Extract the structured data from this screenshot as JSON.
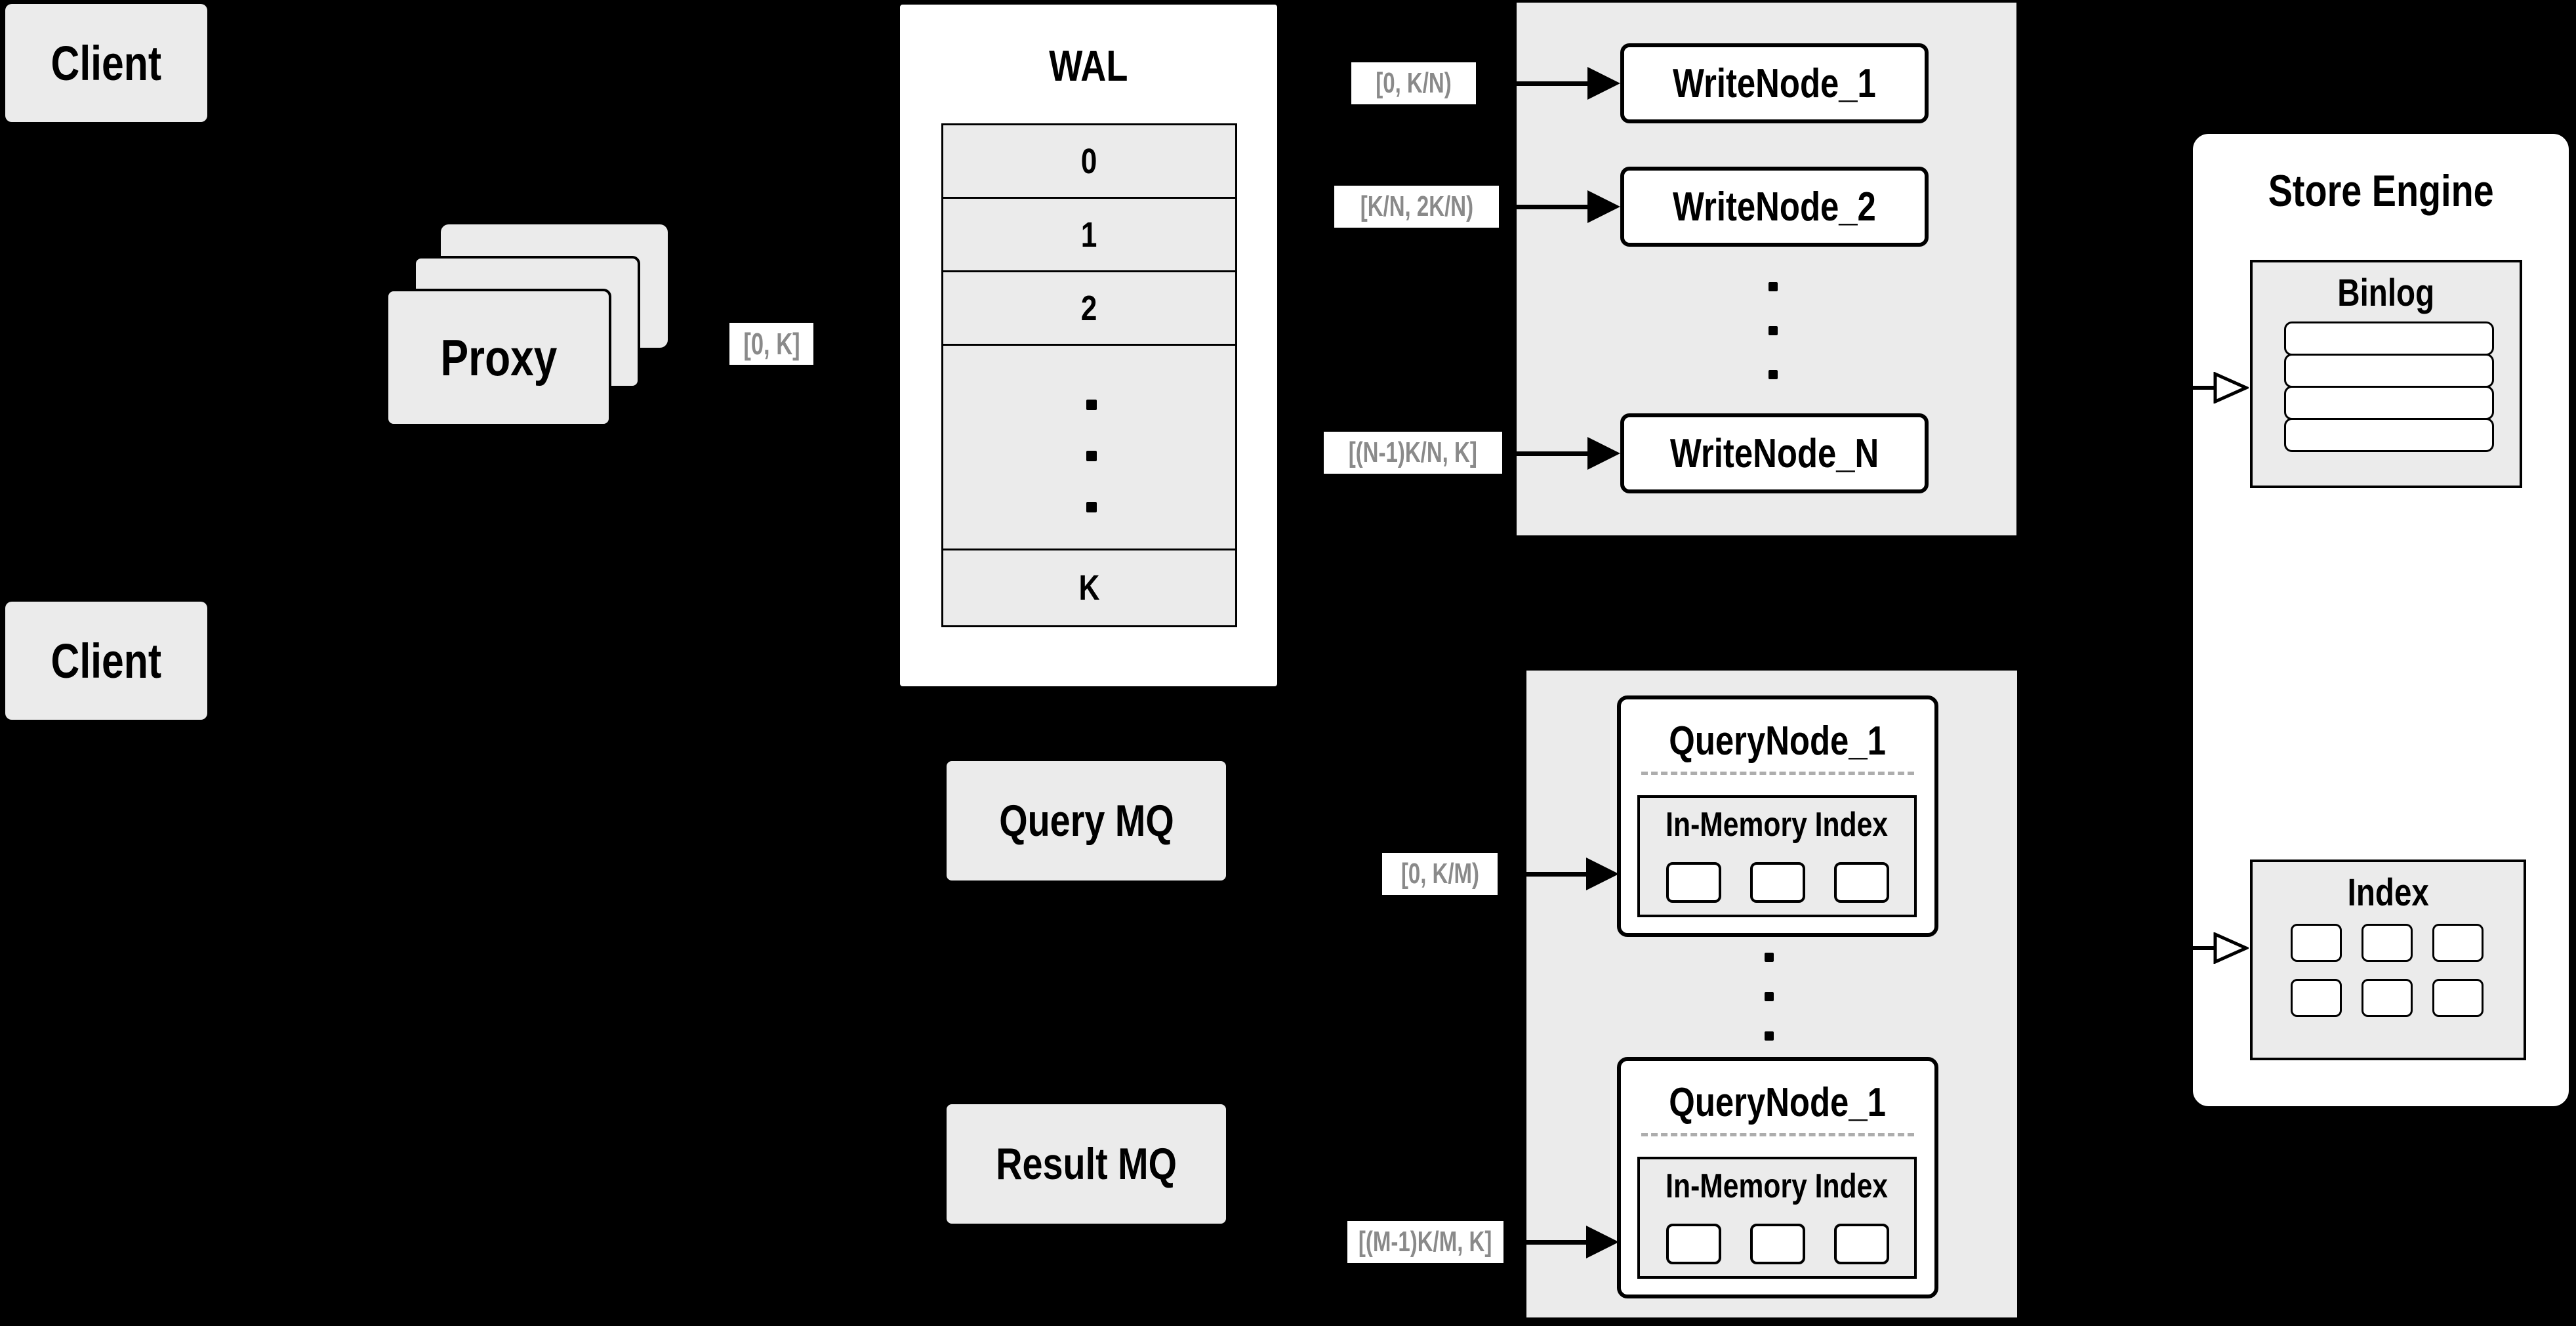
{
  "colors": {
    "background": "#000000",
    "box_gray": "#ebebeb",
    "box_white": "#ffffff",
    "stroke": "#000000",
    "range_label_text": "#8a8a8a",
    "dashed_divider": "#adadad"
  },
  "client_top": {
    "label": "Client"
  },
  "client_bottom": {
    "label": "Client"
  },
  "proxy": {
    "label": "Proxy",
    "range": "[0, K]"
  },
  "wal": {
    "title": "WAL",
    "cells": [
      "0",
      "1",
      "2"
    ],
    "tail_cell": "K"
  },
  "write_group": {
    "nodes": [
      "WriteNode_1",
      "WriteNode_2",
      "WriteNode_N"
    ],
    "ranges": [
      "[0, K/N)",
      "[K/N, 2K/N)",
      "[(N-1)K/N, K]"
    ]
  },
  "store_engine": {
    "title": "Store Engine",
    "binlog_title": "Binlog",
    "index_title": "Index"
  },
  "mq": {
    "query": "Query MQ",
    "result": "Result MQ"
  },
  "query_group": {
    "node_titles": [
      "QueryNode_1",
      "QueryNode_1"
    ],
    "imi_title": "In-Memory Index",
    "ranges": [
      "[0, K/M)",
      "[(M-1)K/M, K]"
    ]
  }
}
